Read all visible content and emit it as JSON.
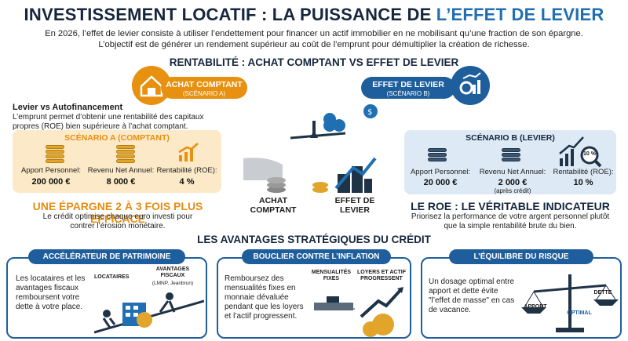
{
  "header": {
    "title_main": "INVESTISSEMENT LOCATIF : LA PUISSANCE DE ",
    "title_accent": "L’EFFET DE LEVIER",
    "intro_line1": "En 2026, l’effet de levier consiste à utiliser l’endettement pour financer un actif immobilier en ne mobilisant qu’une fraction de son épargne.",
    "intro_line2": "L’objectif est de générer un rendement supérieur au coût de l’emprunt pour démultiplier la création de richesse."
  },
  "comparison": {
    "heading": "RENTABILITÉ : ACHAT COMPTANT VS EFFET DE LEVIER",
    "pill_a_title": "ACHAT COMPTANT",
    "pill_a_sub": "(SCÉNARIO A)",
    "pill_b_title": "EFFET DE LEVIER",
    "pill_b_sub": "(SCÉNARIO B)",
    "lever_title": "Levier vs Autofinancement",
    "lever_text": "L’emprunt permet d’obtenir une rentabilité des capitaux propres (ROE) bien supérieure à l’achat comptant.",
    "scenario_a": {
      "title": "SCÉNARIO A (COMPTANT)",
      "apport_label": "Apport Personnel:",
      "apport_value": "200 000 €",
      "revenu_label": "Revenu Net Annuel:",
      "revenu_value": "8 000 €",
      "roe_label": "Rentabilité (ROE):",
      "roe_value": "4 %"
    },
    "scenario_b": {
      "title": "SCÉNARIO B (LEVIER)",
      "apport_label": "Apport Personnel:",
      "apport_value": "20 000 €",
      "revenu_label": "Revenu Net Annuel:",
      "revenu_value": "2 000 €",
      "revenu_note": "(après crédit)",
      "roe_label": "Rentabilité (ROE):",
      "roe_value": "10 %",
      "roe_badge": "10 %"
    },
    "center_left_label": "ACHAT COMPTANT",
    "center_right_label": "EFFET DE LEVIER",
    "efficacy_title": "UNE ÉPARGNE 2 À 3 FOIS PLUS EFFICACE",
    "efficacy_text": "Le crédit optimise chaque euro investi pour contrer l’érosion monétaire.",
    "roe_title": "LE ROE : LE VÉRITABLE INDICATEUR",
    "roe_text": "Priorisez la performance de votre argent personnel plutôt que la simple rentabilité brute du bien."
  },
  "advantages": {
    "heading": "LES AVANTAGES STRATÉGIQUES DU CRÉDIT",
    "box1": {
      "title": "ACCÉLÉRATEUR DE PATRIMOINE",
      "text": "Les locataires et les avantages fiscaux remboursent votre dette à votre place.",
      "label_locataires": "LOCATAIRES",
      "label_fiscaux": "AVANTAGES FISCAUX",
      "label_fiscaux_sub": "(LMNP, Jeanbrun)"
    },
    "box2": {
      "title": "BOUCLIER CONTRE L’INFLATION",
      "text": "Remboursez des mensualités fixes en monnaie dévaluée pendant que les loyers et l’actif progressent.",
      "label_fixes": "MENSUALITÉS FIXES",
      "label_progress": "LOYERS ET ACTIF PROGRESSENT"
    },
    "box3": {
      "title": "L’ÉQUILIBRE DU RISQUE",
      "text": "Un dosage optimal entre apport et dette évite \"l’effet de masse\" en cas de vacance.",
      "label_apport": "APPORT",
      "label_dette": "DETTE",
      "label_optimal": "OPTIMAL"
    }
  },
  "colors": {
    "orange": "#e8900f",
    "blue": "#1f5e9c",
    "navy": "#16263d"
  }
}
